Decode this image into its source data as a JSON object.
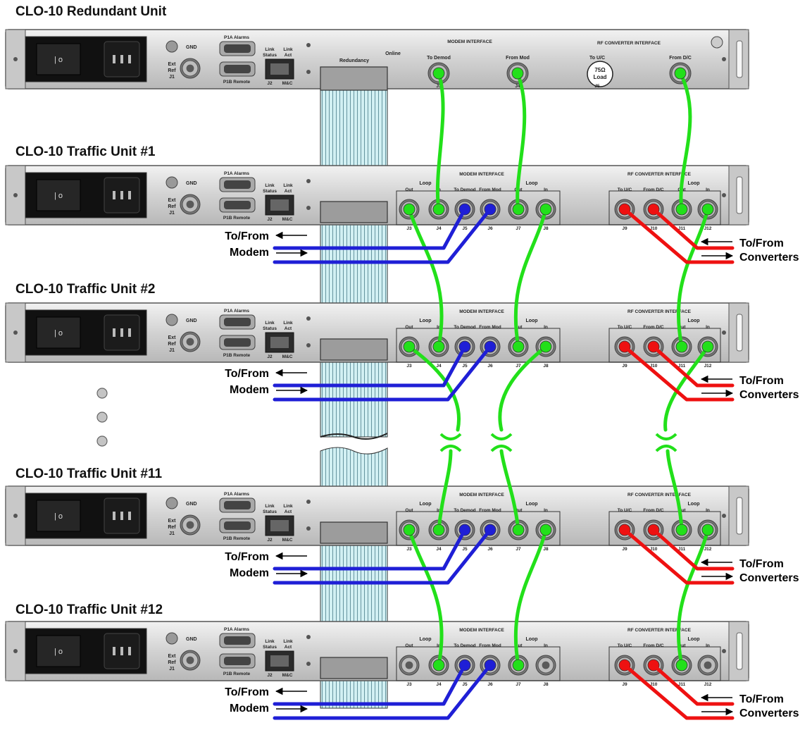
{
  "units": [
    {
      "title": "CLO-10 Redundant Unit",
      "type": "redundant"
    },
    {
      "title": "CLO-10 Traffic Unit #1",
      "type": "traffic"
    },
    {
      "title": "CLO-10 Traffic Unit #2",
      "type": "traffic"
    },
    {
      "title": "CLO-10 Traffic Unit #11",
      "type": "traffic"
    },
    {
      "title": "CLO-10 Traffic Unit #12",
      "type": "traffic"
    }
  ],
  "panel": {
    "gnd": "GND",
    "ext_ref": [
      "Ext",
      "Ref",
      "J1"
    ],
    "p1a": "P1A Alarms",
    "p1b": "P1B Remote",
    "link_status": [
      "Link",
      "Status"
    ],
    "link_act": [
      "Link",
      "Act"
    ],
    "j2": "J2",
    "mc": "M&C",
    "modem_interface": "MODEM INTERFACE",
    "rf_interface": "RF CONVERTER INTERFACE"
  },
  "redundant_panel": {
    "redundancy": "Redundancy",
    "online": "Online",
    "to_demod": "To Demod",
    "from_mod": "From Mod",
    "to_uc": "To U/C",
    "from_dc": "From D/C",
    "j3": "J3",
    "j4": "J4",
    "j5": "J5",
    "load": [
      "75Ω",
      "Load"
    ]
  },
  "traffic_ports": {
    "loop": "Loop",
    "modem_headers": [
      "Out",
      "In",
      "To Demod",
      "From Mod",
      "Out",
      "In"
    ],
    "modem_jacks": [
      "J3",
      "J4",
      "J5",
      "J6",
      "J7",
      "J8"
    ],
    "rf_headers": [
      "To U/C",
      "From D/C",
      "Out",
      "In"
    ],
    "rf_jacks": [
      "J9",
      "J10",
      "J11",
      "J12"
    ]
  },
  "modem_label": [
    "To/From",
    "Modem"
  ],
  "converters_label": [
    "To/From",
    "Converters"
  ],
  "colors": {
    "green_cable": "#22e01a",
    "blue_cable": "#1f1fd6",
    "red_cable": "#ee1111",
    "ribbon": "#cfeef2",
    "panel": "#dadada"
  }
}
